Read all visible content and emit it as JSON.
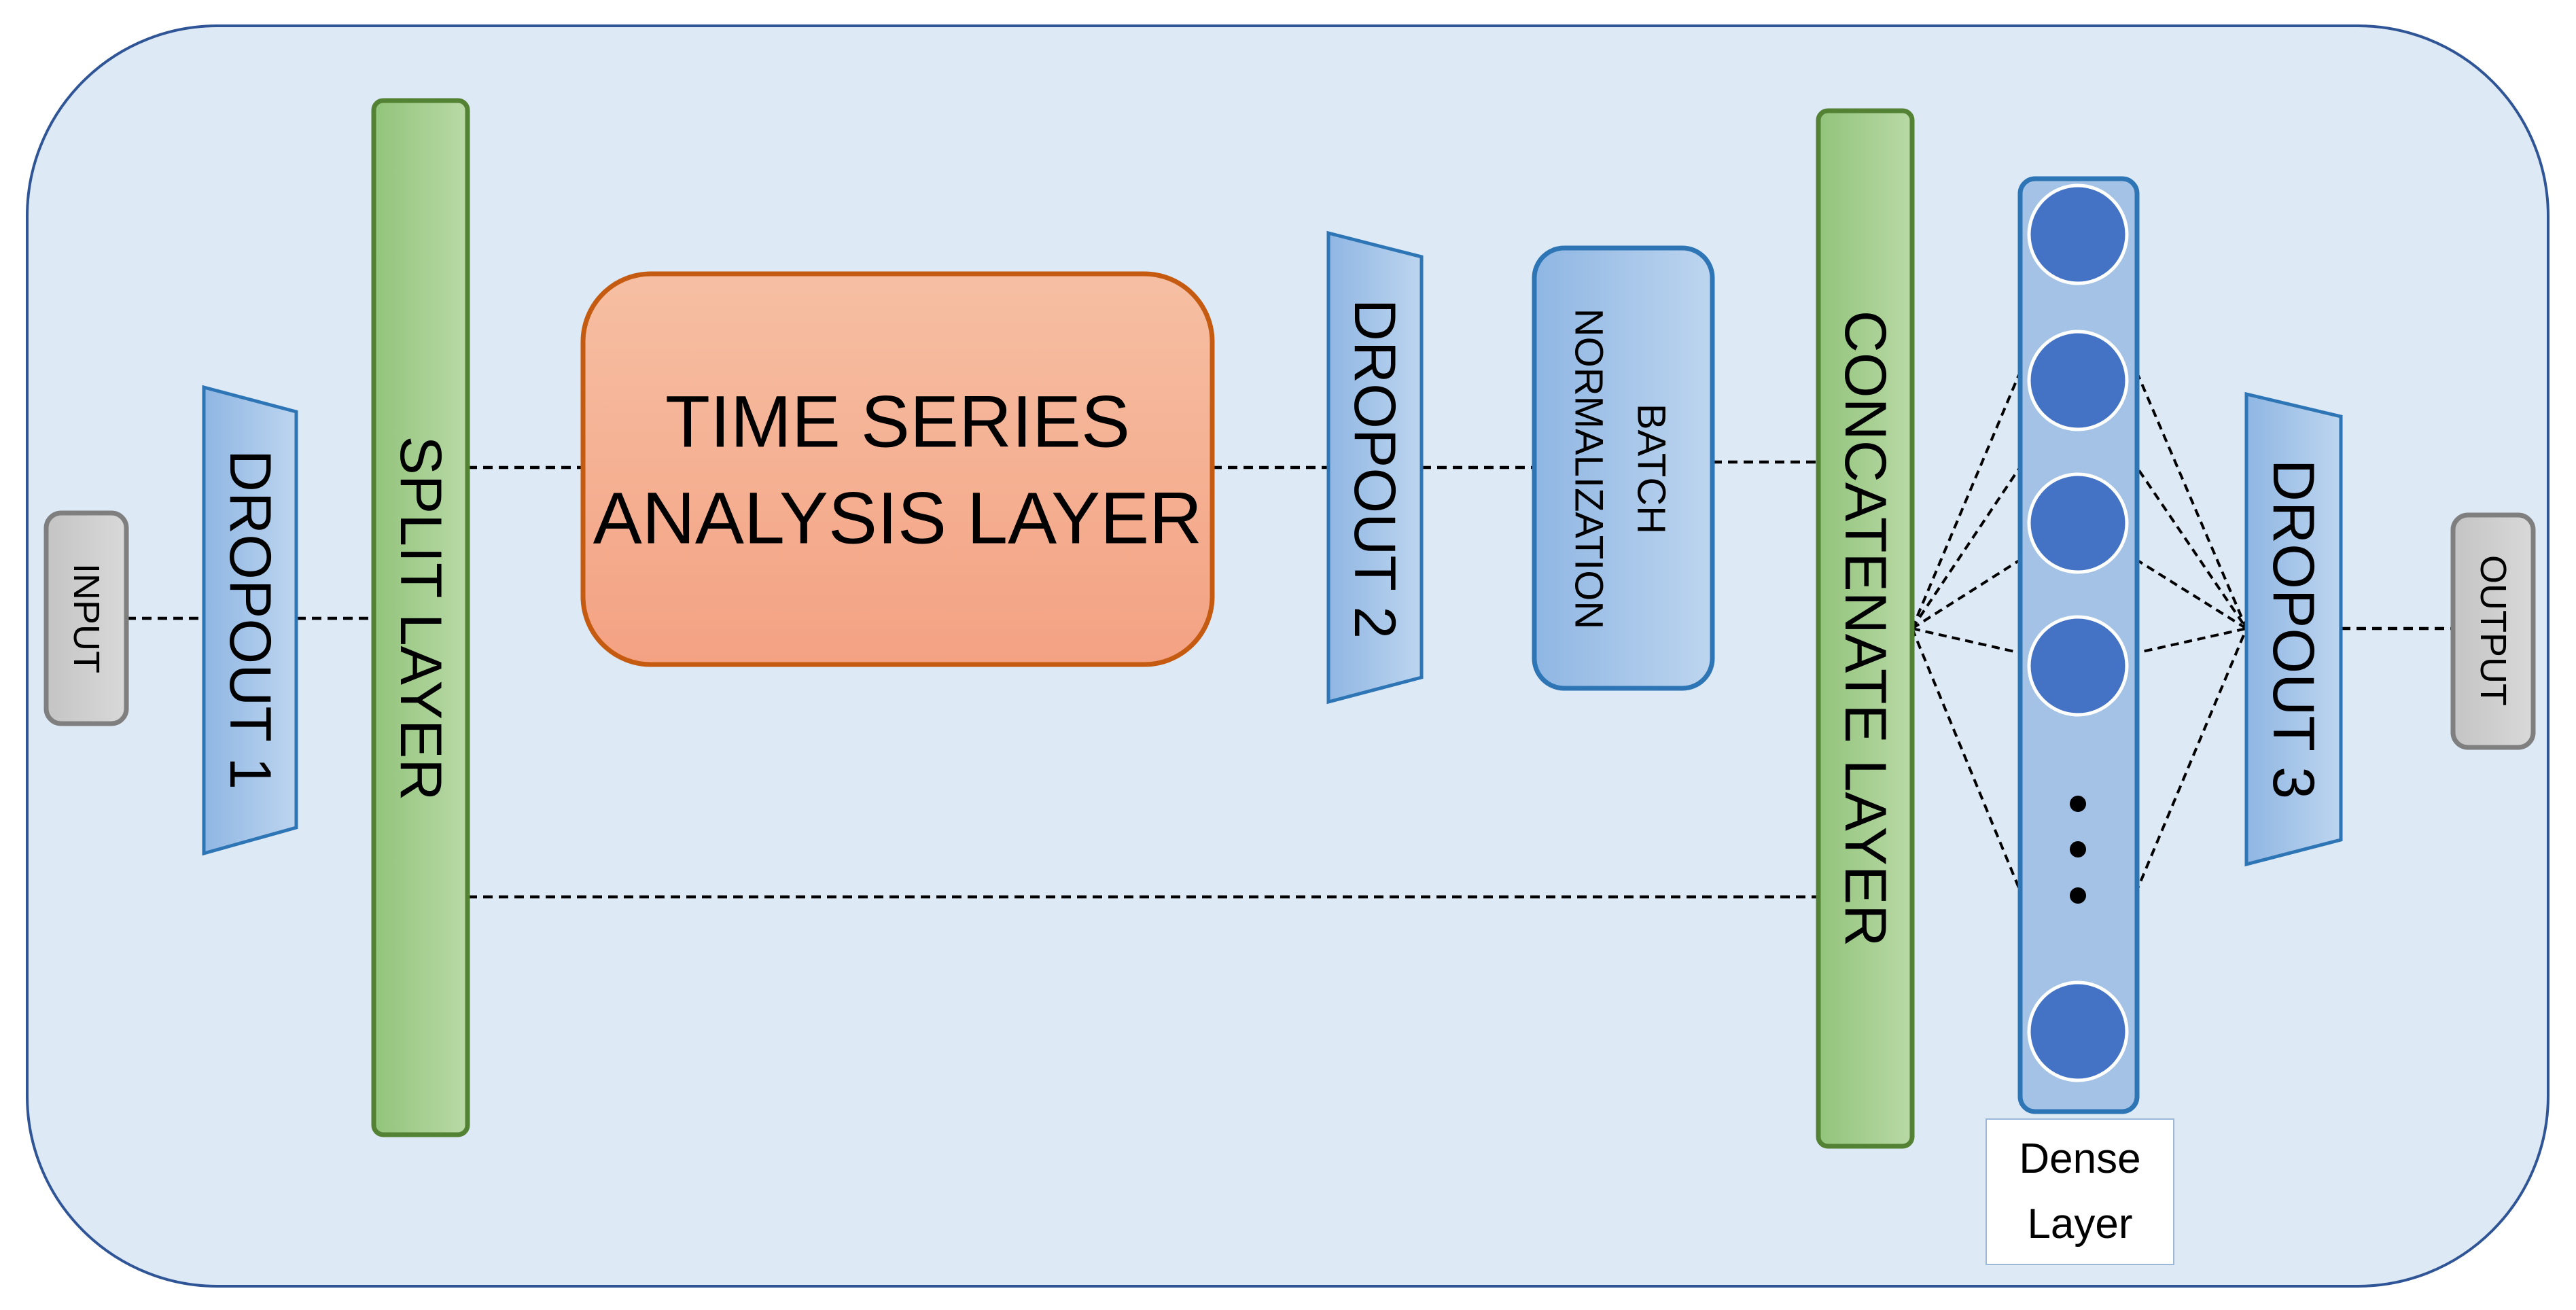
{
  "nodes": {
    "input": "INPUT",
    "dropout1": "DROPOUT 1",
    "split": "SPLIT LAYER",
    "tsa_line1": "TIME SERIES",
    "tsa_line2": "ANALYSIS LAYER",
    "dropout2": "DROPOUT 2",
    "batchnorm_line1": "BATCH",
    "batchnorm_line2": "NORMALIZATION",
    "concat": "CONCATENATE LAYER",
    "dropout3": "DROPOUT 3",
    "output": "OUTPUT",
    "dense_line1": "Dense",
    "dense_line2": "Layer"
  },
  "colors": {
    "background_panel": "#dde9f5",
    "panel_border": "#2f5597",
    "green_fill": "#a9d18e",
    "green_border": "#548235",
    "orange_fill": "#f4b183",
    "orange_border": "#c55a11",
    "blue_fill": "#9dc3e6",
    "blue_border": "#2e75b6",
    "neuron": "#4472c4",
    "gray_fill": "#d0d0d0",
    "gray_border": "#7f7f7f"
  }
}
